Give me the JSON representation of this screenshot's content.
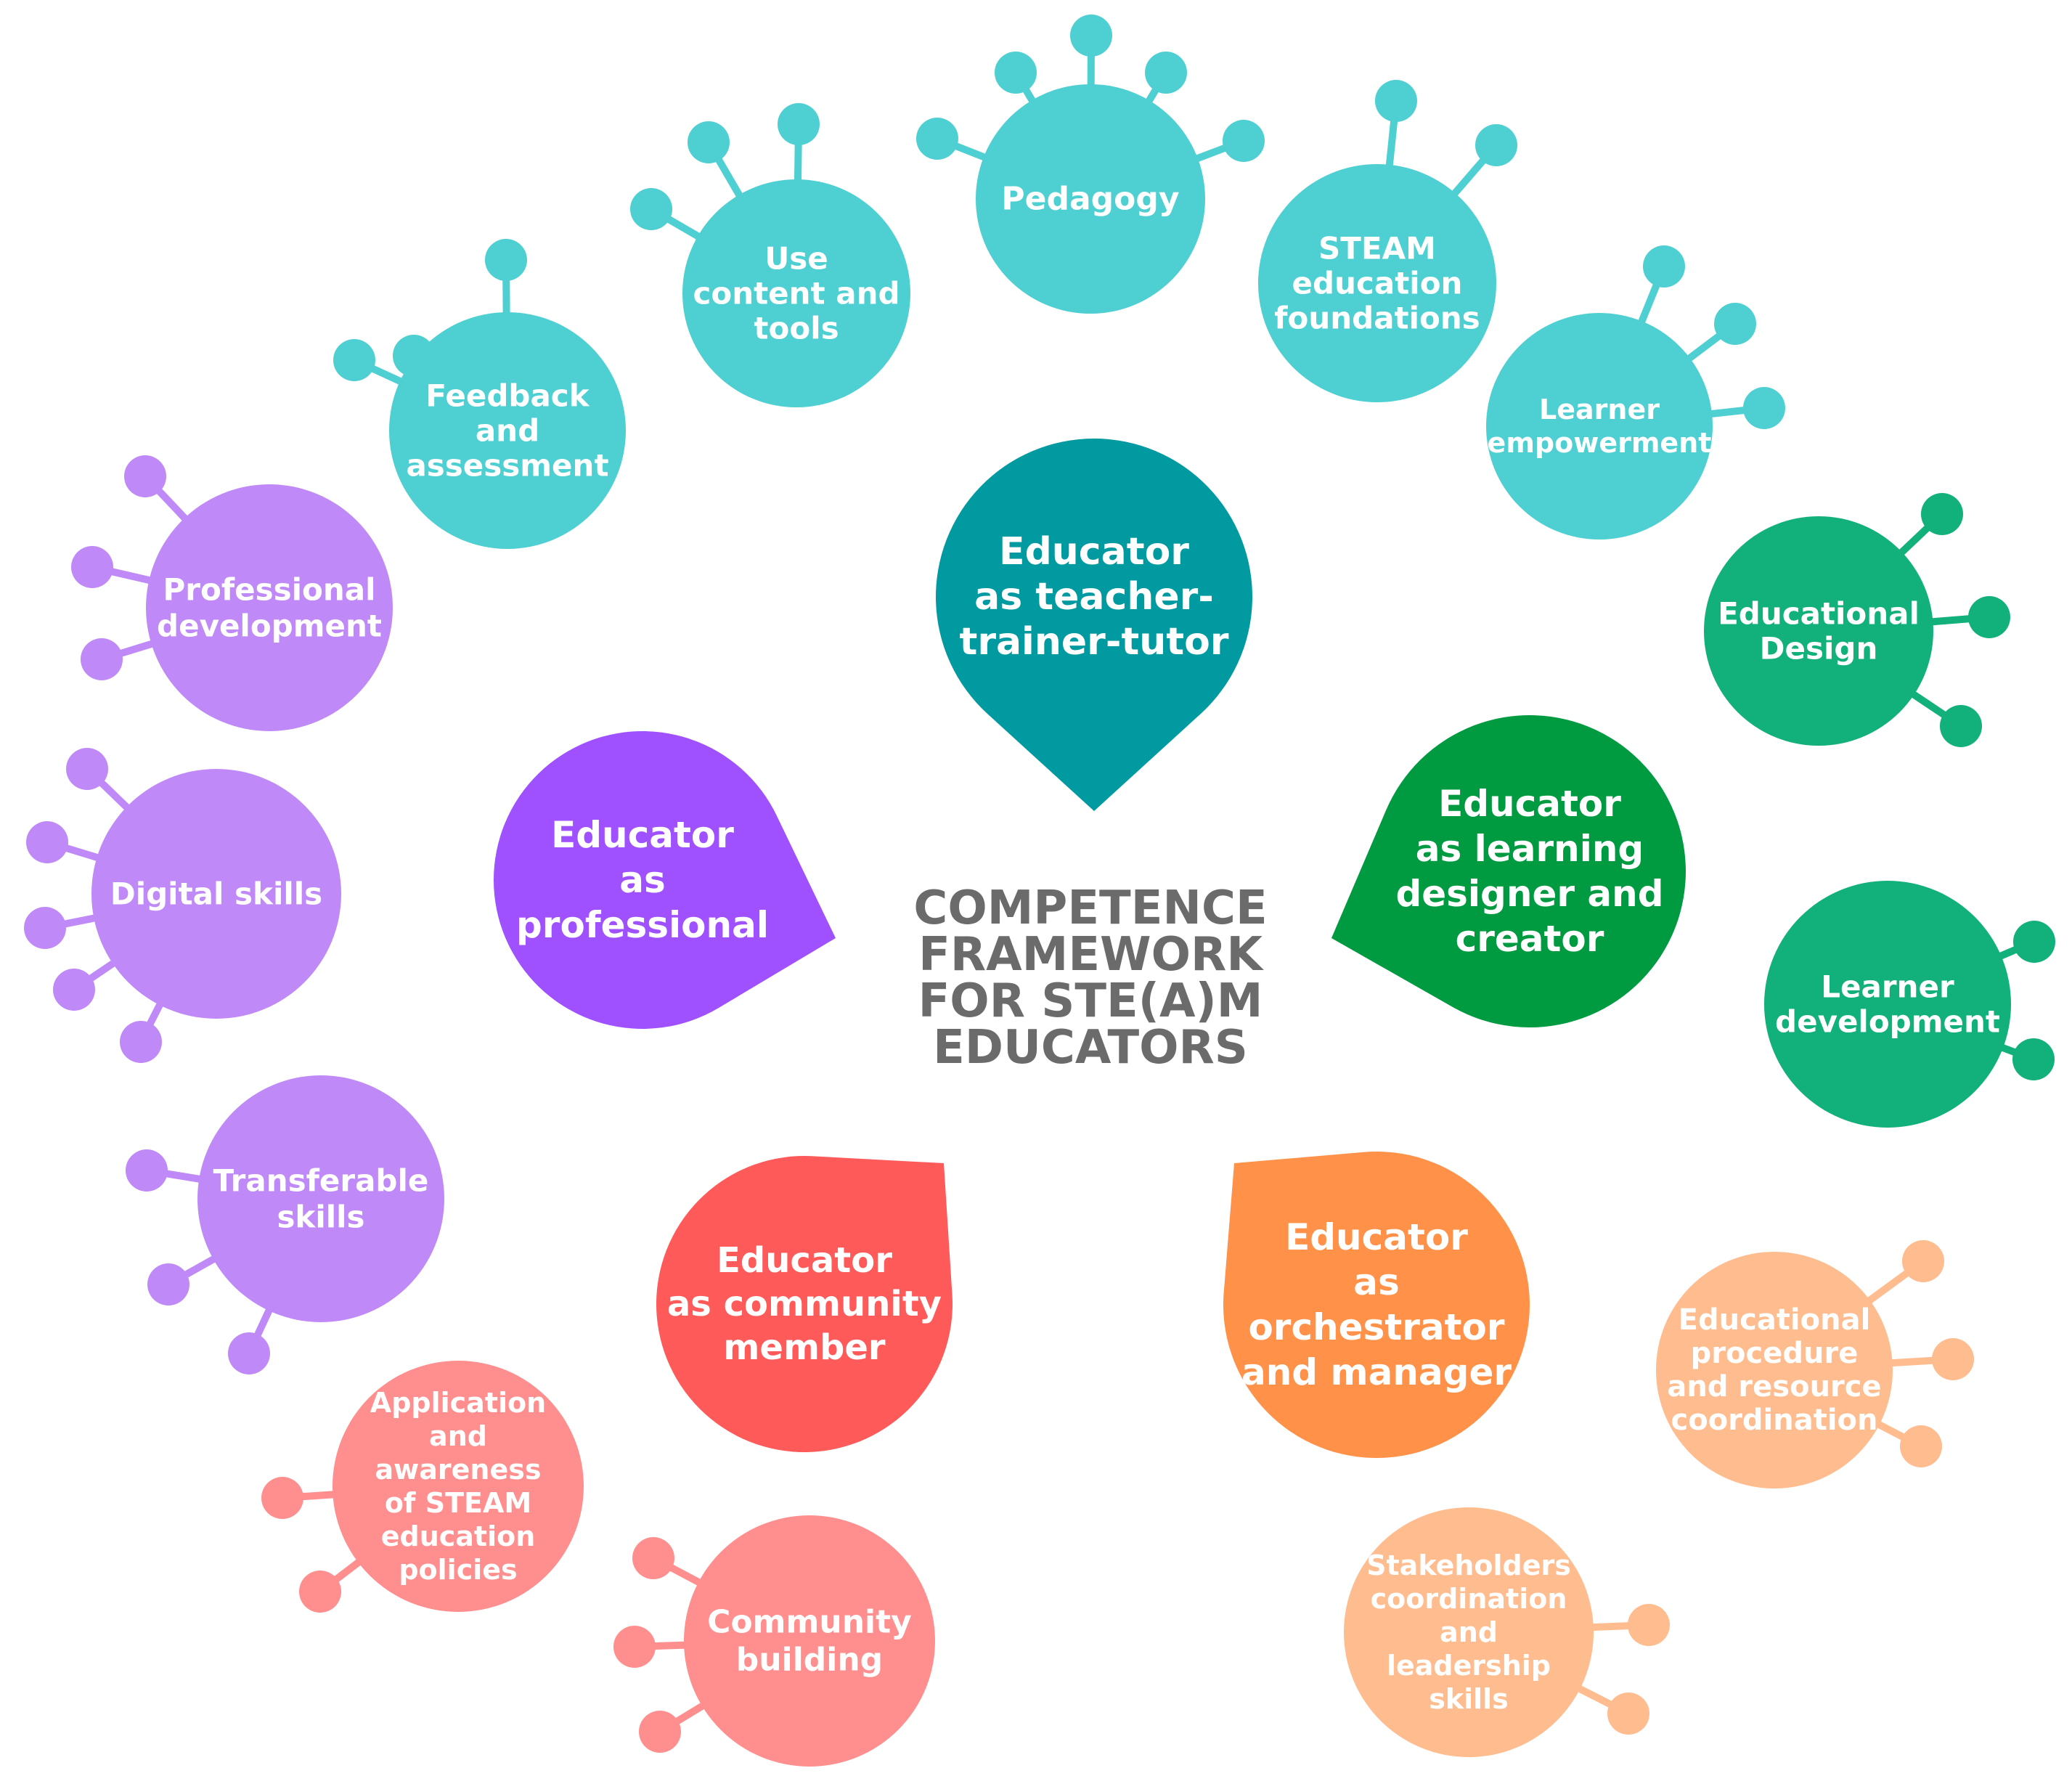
{
  "title": [
    "COMPETENCE",
    "FRAMEWORK",
    "FOR STE(A)M",
    "EDUCATORS"
  ],
  "colors": {
    "teal_light": "#4ecfd1",
    "teal_dark": "#009aa0",
    "purple_light": "#bf8af8",
    "purple_dark": "#a051ff",
    "green_light": "#12b07a",
    "green_dark": "#009a40",
    "red_dark": "#ff5a5a",
    "pink_light": "#ff8e8e",
    "orange_dark": "#ff9148",
    "orange_light": "#ffbc8e",
    "title_gray": "#6b6b6b"
  },
  "roles": [
    {
      "id": "teacher-trainer-tutor",
      "lines": [
        "Educator",
        "as teacher-",
        "trainer-tutor"
      ],
      "color": "#009aa0"
    },
    {
      "id": "professional",
      "lines": [
        "Educator",
        "as",
        "professional"
      ],
      "color": "#a051ff"
    },
    {
      "id": "learning-designer",
      "lines": [
        "Educator",
        "as learning",
        "designer and",
        "creator"
      ],
      "color": "#009a40"
    },
    {
      "id": "community-member",
      "lines": [
        "Educator",
        "as community",
        "member"
      ],
      "color": "#ff5a5a"
    },
    {
      "id": "orchestrator",
      "lines": [
        "Educator",
        "as",
        "orchestrator",
        "and manager"
      ],
      "color": "#ff9148"
    }
  ],
  "competences": [
    {
      "id": "feedback",
      "lines": [
        "Feedback",
        "and",
        "assessment"
      ],
      "color": "#4ecfd1"
    },
    {
      "id": "content-tools",
      "lines": [
        "Use",
        "content and",
        "tools"
      ],
      "color": "#4ecfd1"
    },
    {
      "id": "pedagogy",
      "lines": [
        "Pedagogy"
      ],
      "color": "#4ecfd1"
    },
    {
      "id": "steam-foundations",
      "lines": [
        "STEAM",
        "education",
        "foundations"
      ],
      "color": "#4ecfd1"
    },
    {
      "id": "learner-empowerment",
      "lines": [
        "Learner",
        "empowerment"
      ],
      "color": "#4ecfd1"
    },
    {
      "id": "educational-design",
      "lines": [
        "Educational",
        "Design"
      ],
      "color": "#12b07a"
    },
    {
      "id": "learner-development",
      "lines": [
        "Learner",
        "development"
      ],
      "color": "#12b07a"
    },
    {
      "id": "procedure-coordination",
      "lines": [
        "Educational",
        "procedure",
        "and resource",
        "coordination"
      ],
      "color": "#ffbc8e"
    },
    {
      "id": "stakeholders",
      "lines": [
        "Stakeholders",
        "coordination",
        "and",
        "leadership",
        "skills"
      ],
      "color": "#ffbc8e"
    },
    {
      "id": "community-building",
      "lines": [
        "Community",
        "building"
      ],
      "color": "#ff8e8e"
    },
    {
      "id": "policies",
      "lines": [
        "Application",
        "and",
        "awareness",
        "of STEAM",
        "education",
        "policies"
      ],
      "color": "#ff8e8e"
    },
    {
      "id": "transferable",
      "lines": [
        "Transferable",
        "skills"
      ],
      "color": "#bf8af8"
    },
    {
      "id": "digital",
      "lines": [
        "Digital skills"
      ],
      "color": "#bf8af8"
    },
    {
      "id": "professional-development",
      "lines": [
        "Professional",
        "development"
      ],
      "color": "#bf8af8"
    }
  ]
}
